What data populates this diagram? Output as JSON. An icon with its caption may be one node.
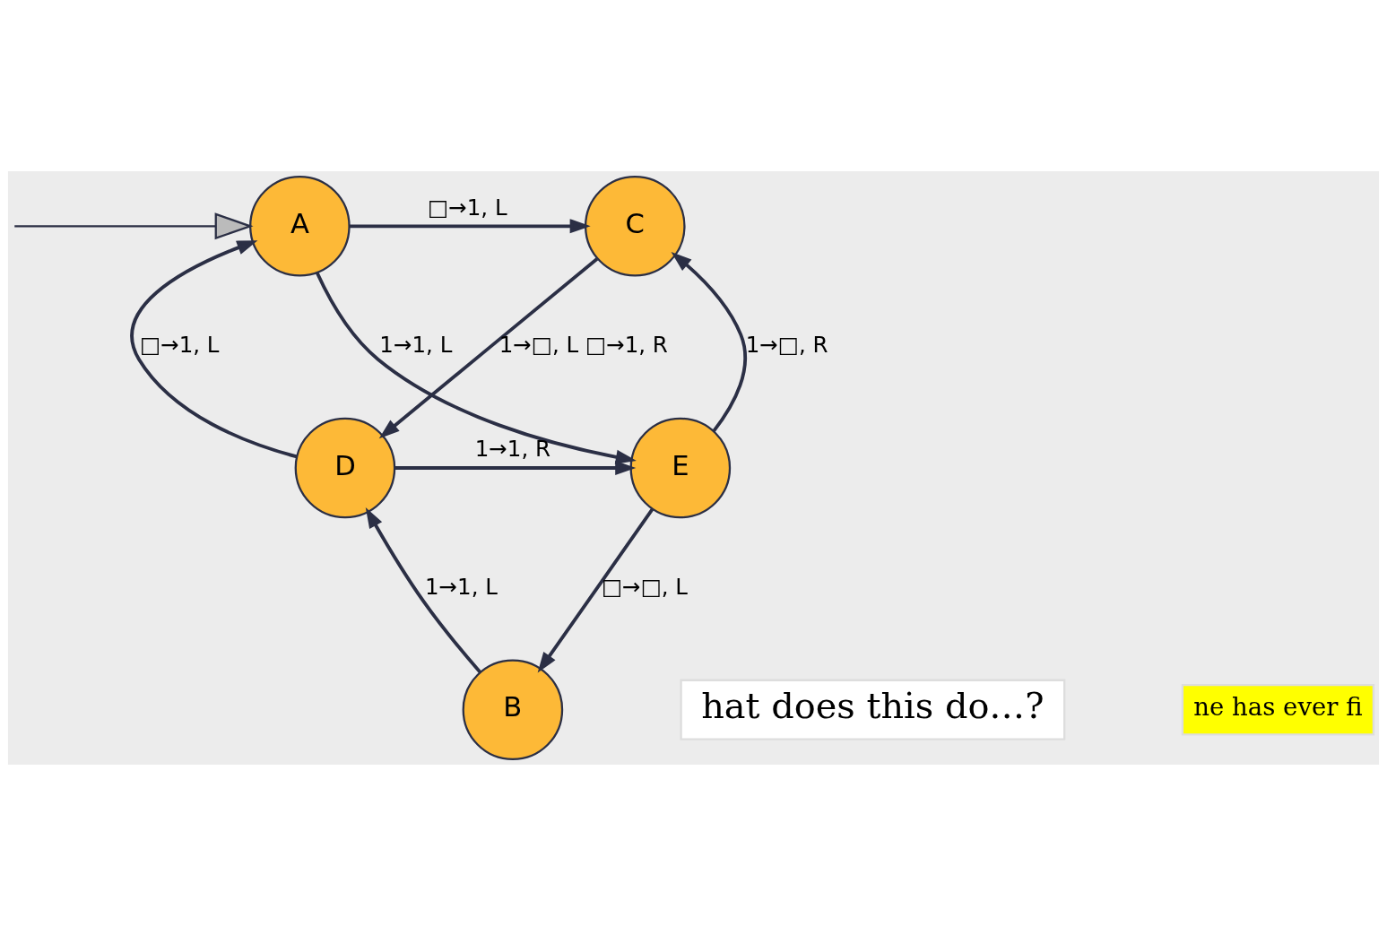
{
  "diagram": {
    "nodes": [
      {
        "text": [
          "A"
        ]
      },
      {
        "text": [
          "C"
        ]
      },
      {
        "text": [
          "D"
        ]
      },
      {
        "text": [
          "E"
        ]
      },
      {
        "text": [
          "B"
        ]
      },
      {
        "text": [
          "hat does this do…?"
        ]
      },
      {
        "text": [
          "ne has ever fi"
        ]
      }
    ],
    "edges": [
      {
        "from": null,
        "to": 0,
        "arrow": "to"
      },
      {
        "from": 0,
        "to": 1,
        "arrow": "to",
        "label": "□→1, L"
      },
      {
        "from": 0,
        "to": 3,
        "arrow": "to",
        "label": "1→1, L"
      },
      {
        "from": 2,
        "to": 0,
        "arrow": "to",
        "label": "□→1, L"
      },
      {
        "from": 1,
        "to": 2,
        "arrow": "to",
        "label": "1→□, L □→1, R"
      },
      {
        "from": 3,
        "to": 1,
        "arrow": "to",
        "label": "1→□, R"
      },
      {
        "from": 2,
        "to": 3,
        "arrow": "to",
        "label": "1→1, R"
      },
      {
        "from": 4,
        "to": 2,
        "arrow": "to",
        "label": "1→1, L"
      },
      {
        "from": 3,
        "to": 4,
        "arrow": "to",
        "label": "□→□, L"
      }
    ]
  }
}
